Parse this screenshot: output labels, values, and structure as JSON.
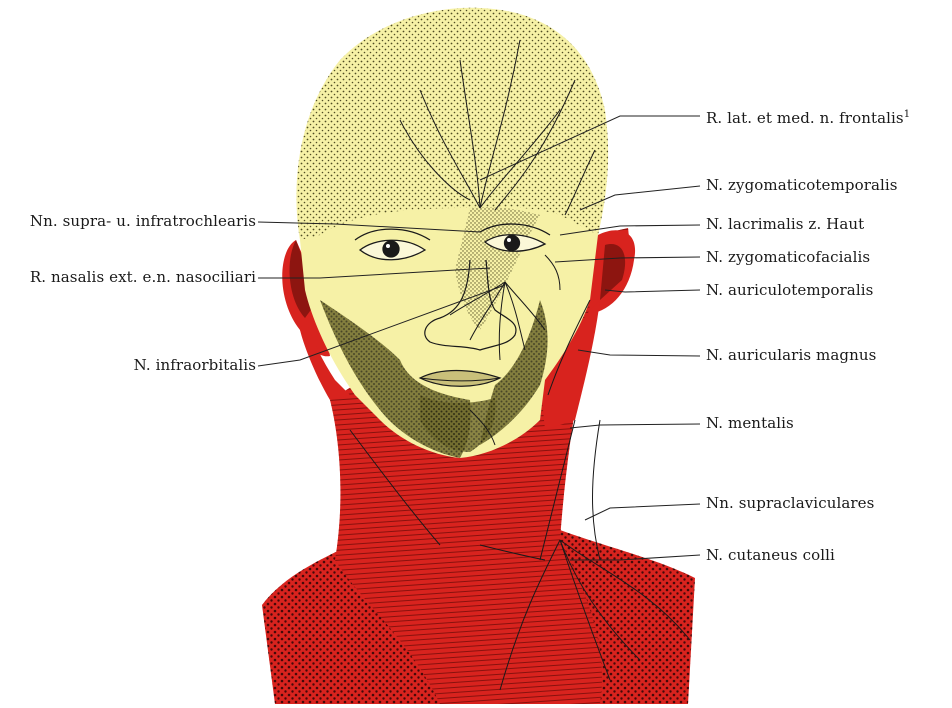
{
  "colors": {
    "face": "#f6f1a6",
    "face_stipple": "#3d3a14",
    "shadow_face": "#8a8440",
    "neck": "#d8231e",
    "neck_dark": "#a5140f",
    "neck_stipple": "#2a0505",
    "nerve": "#1a1a1a",
    "leader": "#222222"
  },
  "icons": {
    "illustration": "head-neck-cutaneous-nerves-illustration"
  },
  "labels": {
    "right": [
      {
        "key": "frontalis",
        "text": "R. lat. et med. n. frontalis",
        "sup": "1"
      },
      {
        "key": "zygomaticotemporalis",
        "text": "N. zygomaticotemporalis"
      },
      {
        "key": "lacrimalis",
        "text": "N. lacrimalis z. Haut"
      },
      {
        "key": "zygomaticofacialis",
        "text": "N. zygomaticofacialis"
      },
      {
        "key": "auriculotemporalis",
        "text": "N. auriculotemporalis"
      },
      {
        "key": "auricularis",
        "text": "N. auricularis magnus"
      },
      {
        "key": "mentalis",
        "text": "N. mentalis"
      },
      {
        "key": "supraclaviculares",
        "text": "Nn. supraclaviculares"
      },
      {
        "key": "cutaneus",
        "text": "N. cutaneus colli"
      }
    ],
    "left": [
      {
        "key": "supratrochlearis",
        "text": "Nn. supra- u. infratrochlearis"
      },
      {
        "key": "nasalis",
        "text": "R. nasalis ext. e.n. nasociliari"
      },
      {
        "key": "infraorbitalis",
        "text": "N. infraorbitalis"
      }
    ]
  }
}
